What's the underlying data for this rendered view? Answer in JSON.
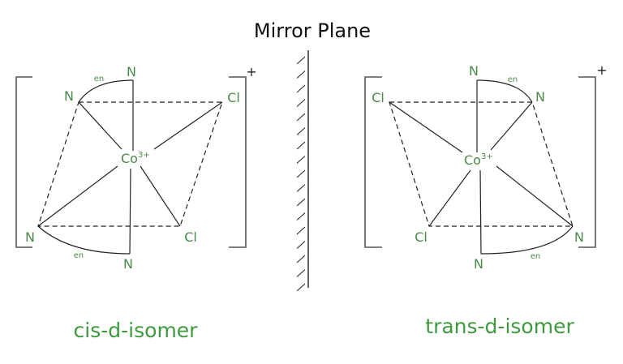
{
  "title": "Mirror Plane",
  "colors": {
    "label": "#4a8a4a",
    "isomer": "#3f9a3f",
    "lines": "#222222"
  },
  "cis": {
    "name": "cis-d-isomer",
    "charge": "+",
    "metal": "Co",
    "metal_charge": "3+",
    "atoms": {
      "top": "N",
      "upper_left": "N",
      "upper_right": "Cl",
      "lower_left": "N",
      "lower_right": "Cl",
      "bottom": "N"
    },
    "ligand_top": "en",
    "ligand_bottom": "en"
  },
  "trans": {
    "name": "trans-d-isomer",
    "charge": "+",
    "metal": "Co",
    "metal_charge": "3+",
    "atoms": {
      "top": "N",
      "upper_left": "Cl",
      "upper_right": "N",
      "lower_left": "Cl",
      "lower_right": "N",
      "bottom": "N"
    },
    "ligand_top": "en",
    "ligand_bottom": "en"
  }
}
